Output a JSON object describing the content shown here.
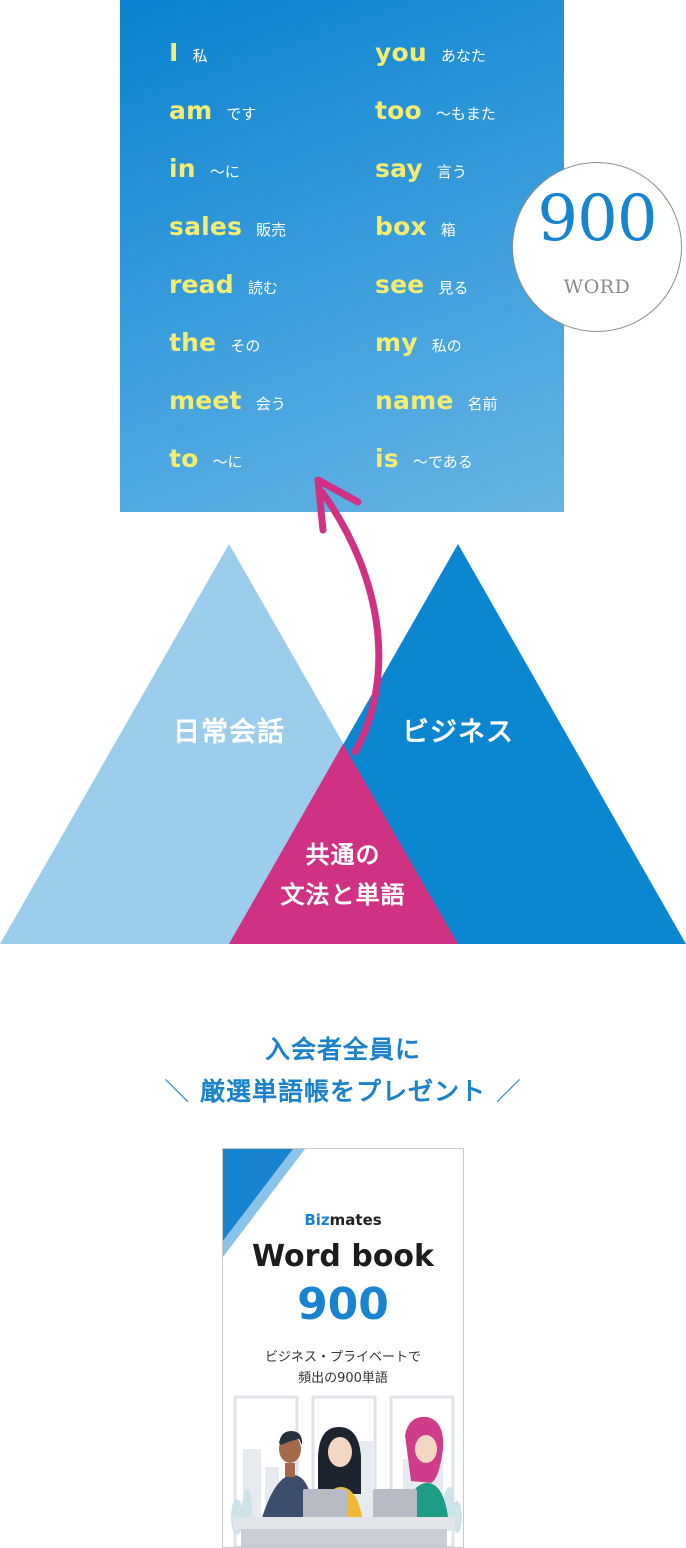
{
  "words": {
    "left": [
      {
        "en": "I",
        "ja": "私"
      },
      {
        "en": "am",
        "ja": "です"
      },
      {
        "en": "in",
        "ja": "〜に"
      },
      {
        "en": "sales",
        "ja": "販売"
      },
      {
        "en": "read",
        "ja": "読む"
      },
      {
        "en": "the",
        "ja": "その"
      },
      {
        "en": "meet",
        "ja": "会う"
      },
      {
        "en": "to",
        "ja": "〜に"
      }
    ],
    "right": [
      {
        "en": "you",
        "ja": "あなた"
      },
      {
        "en": "too",
        "ja": "〜もまた"
      },
      {
        "en": "say",
        "ja": "言う"
      },
      {
        "en": "box",
        "ja": "箱"
      },
      {
        "en": "see",
        "ja": "見る"
      },
      {
        "en": "my",
        "ja": "私の"
      },
      {
        "en": "name",
        "ja": "名前"
      },
      {
        "en": "is",
        "ja": "〜である"
      }
    ]
  },
  "badge": {
    "number": "900",
    "unit": "WORD"
  },
  "diagram": {
    "left_label": "日常会話",
    "right_label": "ビジネス",
    "center_line1": "共通の",
    "center_line2": "文法と単語",
    "colors": {
      "left": "#9ccded",
      "right": "#0b86d1",
      "center": "#d03183",
      "arrow": "#d03183"
    }
  },
  "caption": {
    "line1": "入会者全員に",
    "line2": "厳選単語帳をプレゼント",
    "slash_left": "＼",
    "slash_right": "／"
  },
  "book": {
    "brand_prefix": "Biz",
    "brand_suffix": "mates",
    "title": "Word book",
    "number": "900",
    "subtitle1": "ビジネス・プライベートで",
    "subtitle2": "頻出の900単語"
  }
}
